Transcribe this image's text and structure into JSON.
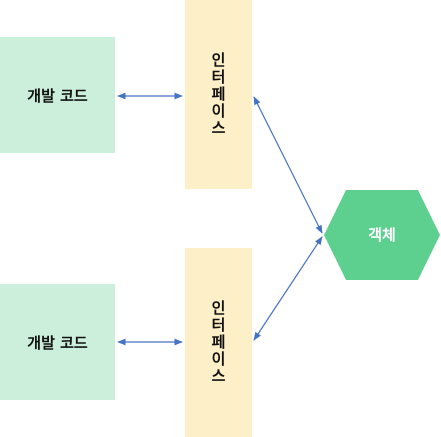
{
  "nodes": {
    "code_top": {
      "label": "개발 코드"
    },
    "code_bottom": {
      "label": "개발 코드"
    },
    "interface_top": {
      "label": "인터페이스"
    },
    "interface_bottom": {
      "label": "인터페이스"
    },
    "object": {
      "label": "객체"
    }
  },
  "colors": {
    "code_fill": "#ccefdc",
    "interface_fill": "#fdf0c9",
    "object_fill": "#5dd08f",
    "arrow": "#4472c4"
  }
}
